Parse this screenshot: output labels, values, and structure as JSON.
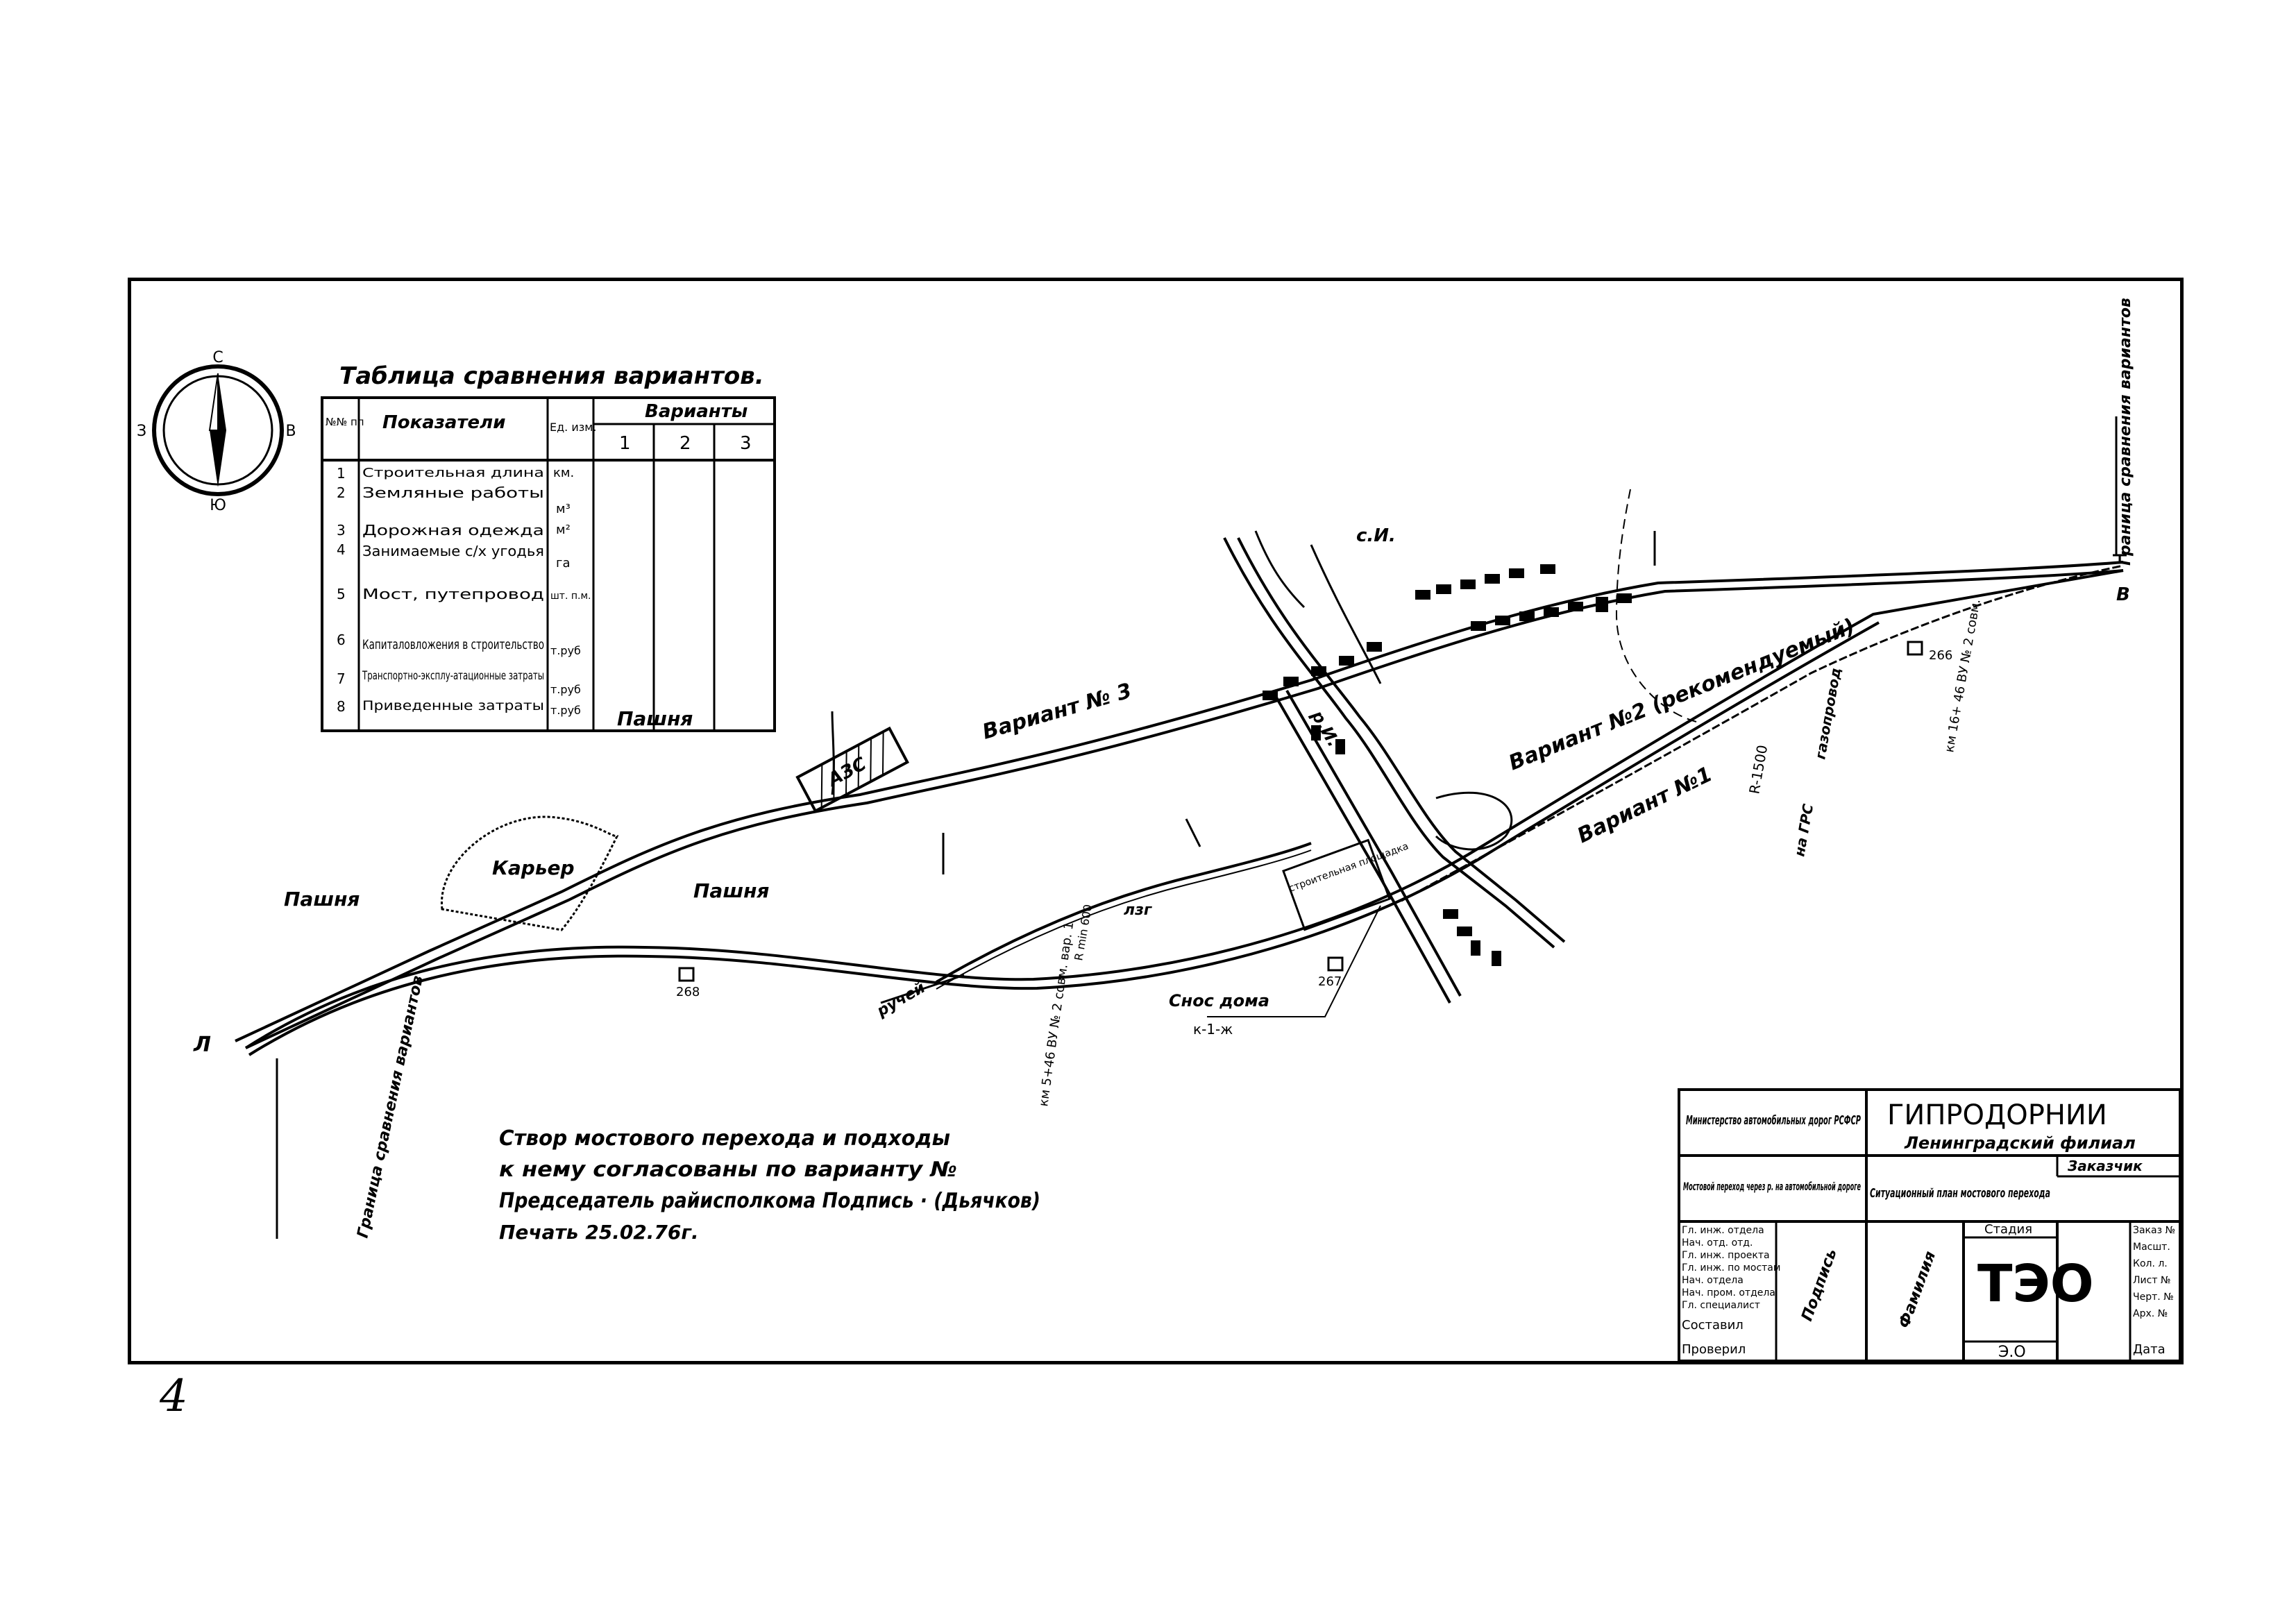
{
  "compass": {
    "n": "С",
    "s": "Ю",
    "w": "З",
    "e": "В",
    "icon": "compass-rose-icon"
  },
  "comparison_table": {
    "title": "Таблица сравнения вариантов.",
    "col_num": "№№ пп",
    "col_indicator": "Показатели",
    "col_unit": "Ед. изм.",
    "col_variant": "Варианты",
    "variants": [
      "1",
      "2",
      "3"
    ],
    "rows": [
      {
        "n": "1",
        "label": "Строительная длина",
        "unit": "км."
      },
      {
        "n": "2",
        "label": "Земляные работы",
        "unit": "м³"
      },
      {
        "n": "3",
        "label": "Дорожная одежда",
        "unit": "м²"
      },
      {
        "n": "4",
        "label": "Занимаемые с/х угодья",
        "unit": "га"
      },
      {
        "n": "5",
        "label": "Мост, путепровод",
        "unit": "шт. п.м."
      },
      {
        "n": "6",
        "label": "Капиталовложения в строительство",
        "unit": "т.руб"
      },
      {
        "n": "7",
        "label": "Транспортно-эксплу-атационные затраты",
        "unit": "т.руб"
      },
      {
        "n": "8",
        "label": "Приведенные затраты",
        "unit": "т.руб"
      }
    ]
  },
  "map": {
    "pashnya": "Пашня",
    "karier": "Карьер",
    "azs": "АЗС",
    "su": "с.И.",
    "lzg": "лзг",
    "ruchei": "ручей",
    "river": "р.И.",
    "variant3": "Вариант № 3",
    "variant2": "Вариант №2 (рекомендуемый)",
    "variant1": "Вариант №1",
    "gasline": "газопровод",
    "grs": "на ГРС",
    "point_l": "Л",
    "point_b": "В",
    "boundary": "Граница сравнения вариантов",
    "bm_left": "268",
    "bm_right": "266",
    "bm_mid": "267",
    "construction": "строительная площадка",
    "demolition": "Снос дома",
    "demolition_sub": "к-1-ж",
    "radius1": "R-1500",
    "radius2": "R min 600",
    "km_note_left": "км 5+46 ВУ № 2 совм. вар. 1",
    "km_note_right": "км 16+ 46 ВУ № 2 совм."
  },
  "agreement": {
    "line1": "Створ мостового перехода и подходы",
    "line2": "к нему согласованы по варианту №",
    "line3": "Председатель райисполкома Подпись · (Дьячков)",
    "line4": "Печать 25.02.76г."
  },
  "stamp": {
    "ministry": "Министерство автомобильных дорог РСФСР",
    "org": "ГИПРОДОРНИИ",
    "branch": "Ленинградский филиал",
    "object": "Мостовой переход через р. на автомобильной дороге",
    "customer": "Заказчик",
    "sheet_title": "Ситуационный план мостового перехода",
    "stage_label": "Стадия",
    "stage": "ТЭО",
    "roles": [
      "Гл. инж. отдела",
      "Нач. отд. отд.",
      "Гл. инж. проекта",
      "Гл. инж. по мостам",
      "Нач. отдела",
      "Нач. пром. отдела",
      "Гл. специалист",
      "Составил",
      "Проверил"
    ],
    "sign_col": "Подпись",
    "name_col": "Фамилия",
    "right_labels": [
      "Заказ №",
      "Масшт.",
      "Кол. л.",
      "Лист №",
      "Черт. №",
      "Арх. №",
      "Дата"
    ],
    "sheet_code": "Э.О"
  },
  "page_number": "4"
}
